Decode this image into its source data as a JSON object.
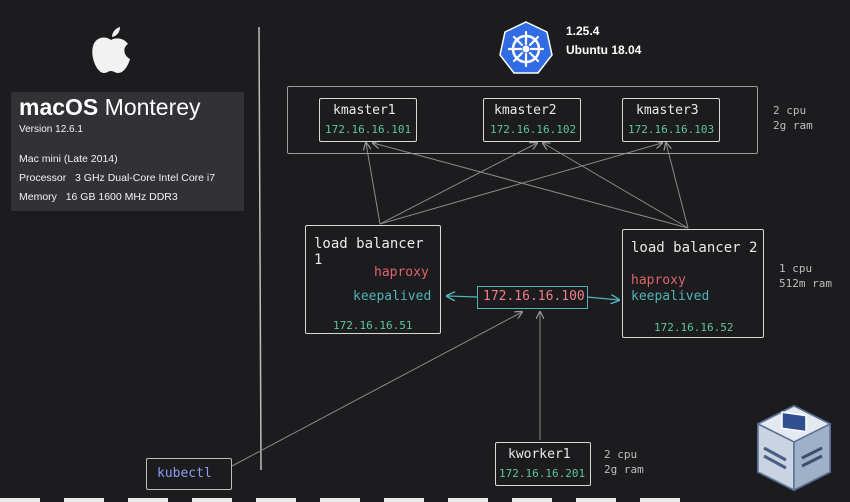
{
  "left_panel": {
    "os_name_bold": "macOS",
    "os_name_light": "Monterey",
    "version": "Version 12.6.1",
    "model": "Mac mini (Late 2014)",
    "processor_label": "Processor",
    "processor_value": "3 GHz Dual-Core Intel Core i7",
    "memory_label": "Memory",
    "memory_value": "16 GB 1600 MHz DDR3"
  },
  "k8s": {
    "version": "1.25.4",
    "os": "Ubuntu 18.04"
  },
  "masters": [
    {
      "name": "kmaster1",
      "ip": "172.16.16.101"
    },
    {
      "name": "kmaster2",
      "ip": "172.16.16.102"
    },
    {
      "name": "kmaster3",
      "ip": "172.16.16.103"
    }
  ],
  "masters_resources": {
    "cpu": "2 cpu",
    "ram": "2g ram"
  },
  "load_balancers": [
    {
      "name": "load balancer 1",
      "haproxy": "haproxy",
      "keepalived": "keepalived",
      "ip": "172.16.16.51"
    },
    {
      "name": "load balancer 2",
      "haproxy": "haproxy",
      "keepalived": "keepalived",
      "ip": "172.16.16.52"
    }
  ],
  "lb_resources": {
    "cpu": "1 cpu",
    "ram": "512m ram"
  },
  "vip": "172.16.16.100",
  "worker": {
    "name": "kworker1",
    "ip": "172.16.16.201"
  },
  "worker_resources": {
    "cpu": "2 cpu",
    "ram": "2g ram"
  },
  "kubectl": "kubectl",
  "colors": {
    "background": "#1c1c1e",
    "ip_green": "#5ec49a",
    "haproxy_red": "#e0636b",
    "keepalived_teal": "#4fb3b8",
    "vip_pink": "#f07c8c",
    "kubectl_blue": "#8b9bf0",
    "k8s_blue": "#326ce5"
  },
  "icons": [
    "apple-icon",
    "kubernetes-icon",
    "virtualbox-icon"
  ]
}
